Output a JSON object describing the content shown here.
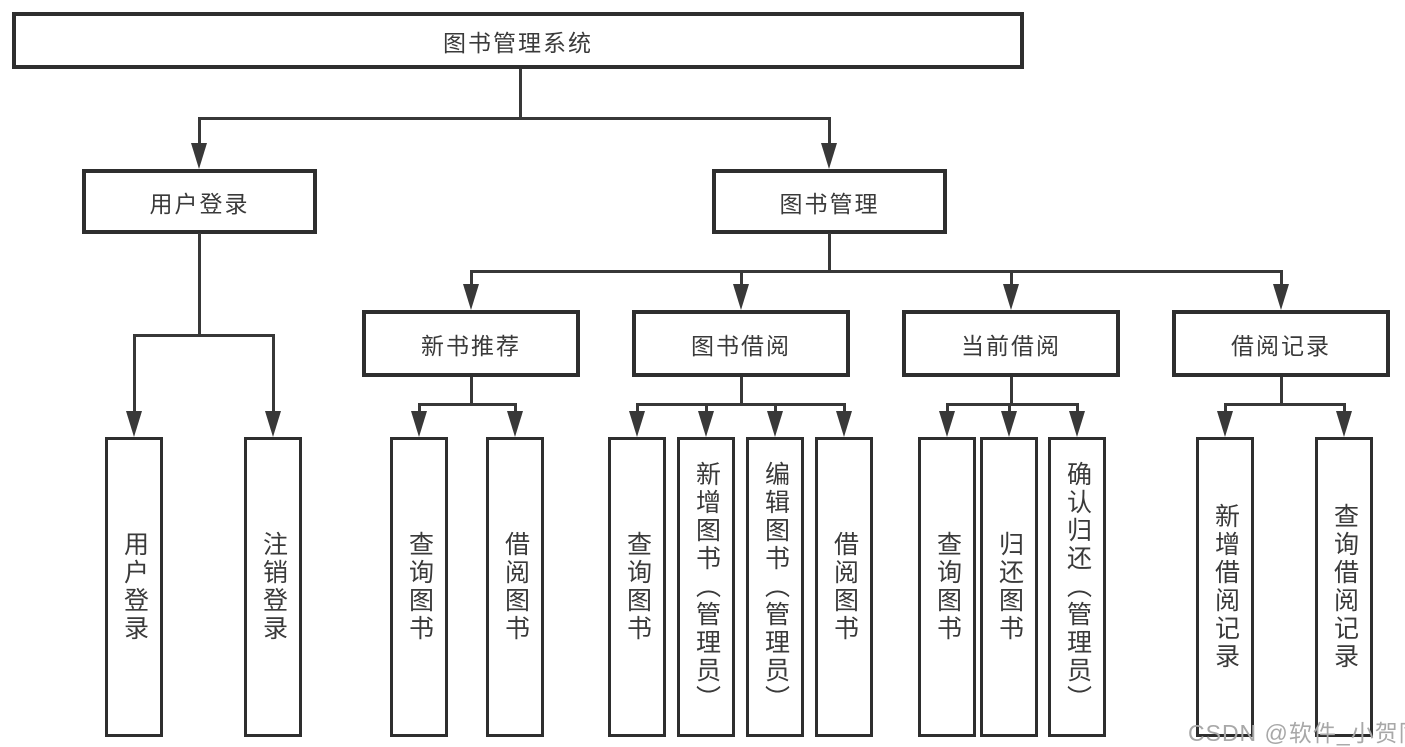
{
  "colors": {
    "background": "#ffffff",
    "line": "#383838",
    "box_border": "#2e2e2e",
    "text": "#3a3a3a",
    "watermark": "#a8a8a8"
  },
  "watermark": "CSDN @软件_小贺同学",
  "nodes": {
    "root": {
      "label": "图书管理系统"
    },
    "branches": [
      {
        "label": "用户登录",
        "children": [
          "用户登录",
          "注销登录"
        ]
      },
      {
        "label": "图书管理",
        "children": [
          {
            "label": "新书推荐",
            "children": [
              "查询图书",
              "借阅图书"
            ]
          },
          {
            "label": "图书借阅",
            "children": [
              "查询图书",
              "新增图书（管理员）",
              "编辑图书（管理员）",
              "借阅图书"
            ]
          },
          {
            "label": "当前借阅",
            "children": [
              "查询图书",
              "归还图书",
              "确认归还（管理员）"
            ]
          },
          {
            "label": "借阅记录",
            "children": [
              "新增借阅记录",
              "查询借阅记录"
            ]
          }
        ]
      }
    ]
  }
}
